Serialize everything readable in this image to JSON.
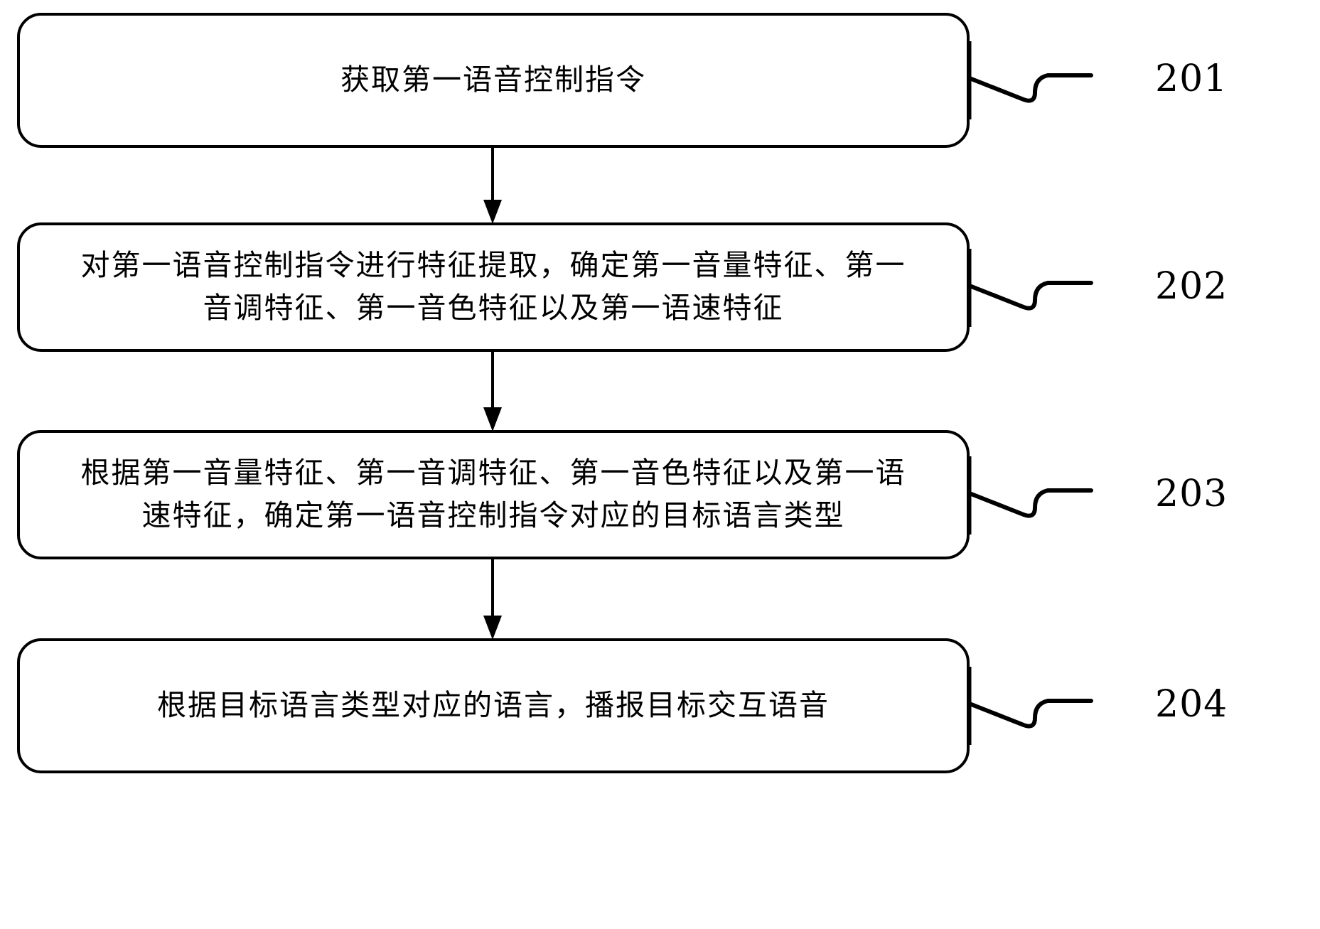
{
  "diagram": {
    "type": "flowchart",
    "orientation": "vertical",
    "language": "zh-CN",
    "background_color": "#ffffff",
    "line_color": "#000000",
    "nodes": [
      {
        "id": "201",
        "step_number": "201",
        "shape": "rounded-rectangle",
        "lines": [
          "获取第一语音控制指令"
        ]
      },
      {
        "id": "202",
        "step_number": "202",
        "shape": "rounded-rectangle",
        "lines": [
          "对第一语音控制指令进行特征提取，确定第一音量特征、第一",
          "音调特征、第一音色特征以及第一语速特征"
        ]
      },
      {
        "id": "203",
        "step_number": "203",
        "shape": "rounded-rectangle",
        "lines": [
          "根据第一音量特征、第一音调特征、第一音色特征以及第一语",
          "速特征，确定第一语音控制指令对应的目标语言类型"
        ]
      },
      {
        "id": "204",
        "step_number": "204",
        "shape": "rounded-rectangle",
        "lines": [
          "根据目标语言类型对应的语言，播报目标交互语音"
        ]
      }
    ],
    "connectors": [
      {
        "id": "201-202",
        "from": "201",
        "to": "202",
        "arrow": "down"
      },
      {
        "id": "202-203",
        "from": "202",
        "to": "203",
        "arrow": "down"
      },
      {
        "id": "203-204",
        "from": "203",
        "to": "204",
        "arrow": "down"
      }
    ]
  }
}
